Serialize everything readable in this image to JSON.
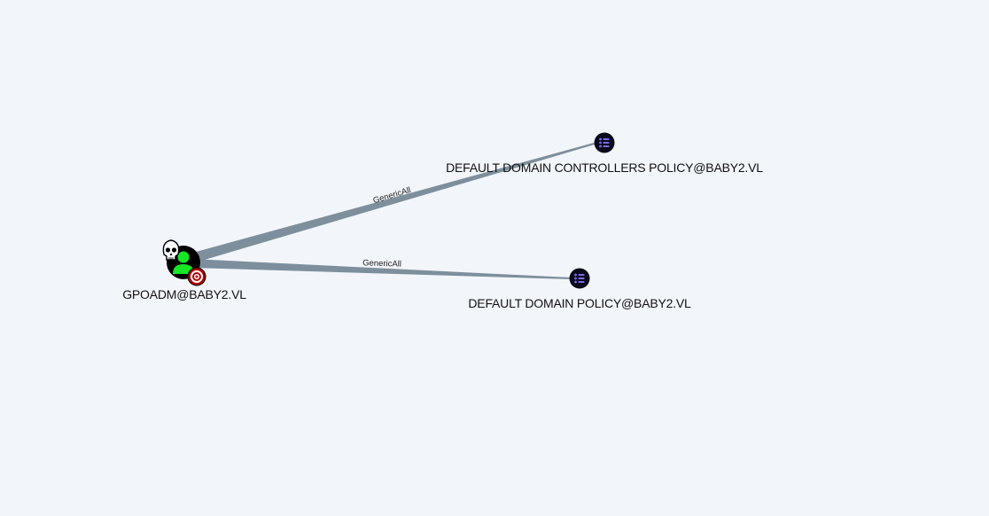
{
  "graph": {
    "nodes": {
      "user": {
        "label": "GPOADM@BABY2.VL",
        "type": "user",
        "icon": "user-icon",
        "badges": [
          "owned-skull-icon",
          "high-value-target-icon"
        ],
        "fill": "#000000",
        "icon_color": "#17e625",
        "target_color": "#b00000"
      },
      "dc_policy": {
        "label": "DEFAULT DOMAIN CONTROLLERS POLICY@BABY2.VL",
        "type": "gpo",
        "icon": "list-icon",
        "fill": "#0a0a1a",
        "icon_color": "#7b68ee"
      },
      "domain_policy": {
        "label": "DEFAULT DOMAIN POLICY@BABY2.VL",
        "type": "gpo",
        "icon": "list-icon",
        "fill": "#0a0a1a",
        "icon_color": "#7b68ee"
      }
    },
    "edges": [
      {
        "source": "user",
        "target": "dc_policy",
        "label": "GenericAll"
      },
      {
        "source": "user",
        "target": "domain_policy",
        "label": "GenericAll"
      }
    ],
    "edge_color": "#7d8f9c",
    "background": "#f2f5fa"
  }
}
